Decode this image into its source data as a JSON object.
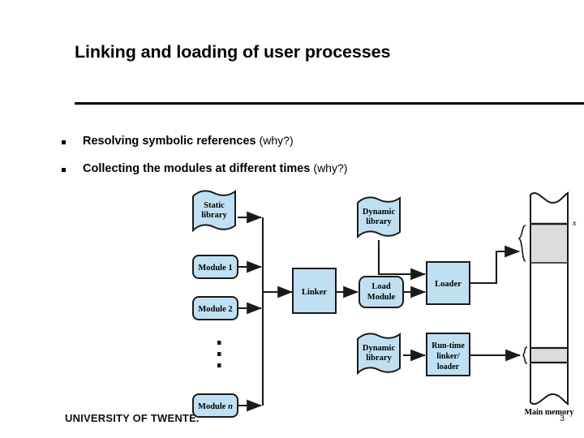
{
  "slide": {
    "title": "Linking and loading of user processes",
    "page_number": "3",
    "footer_logo": "UNIVERSITY OF TWENTE.",
    "bullets": [
      {
        "text": "Resolving symbolic references ",
        "note": "(why?)"
      },
      {
        "text": "Collecting the modules at different times ",
        "note": "(why?)"
      }
    ]
  },
  "colors": {
    "box_fill": "#bfe0f2",
    "box_stroke": "#1a1a1a",
    "memory_band": "#dcdcdc",
    "line": "#1a1a1a",
    "text": "#000000"
  },
  "diagram": {
    "caption": "Main memory",
    "memory_marker": "x",
    "nodes": {
      "static_library": {
        "label_line1": "Static",
        "label_line2": "library",
        "shape": "wave-document"
      },
      "module_1": {
        "label": "Module 1",
        "shape": "rounded-rect"
      },
      "module_2": {
        "label": "Module 2",
        "shape": "rounded-rect"
      },
      "module_n": {
        "label_prefix": "Module ",
        "label_italic": "n",
        "shape": "rounded-rect"
      },
      "ellipsis": {
        "label": "vertical-dots"
      },
      "linker": {
        "label": "Linker",
        "shape": "rect"
      },
      "load_module": {
        "label_line1": "Load",
        "label_line2": "Module",
        "shape": "rounded-rect"
      },
      "dynamic_library_top": {
        "label_line1": "Dynamic",
        "label_line2": "library",
        "shape": "wave-document"
      },
      "loader": {
        "label": "Loader",
        "shape": "rect"
      },
      "dynamic_library_bottom": {
        "label_line1": "Dynamic",
        "label_line2": "library",
        "shape": "wave-document"
      },
      "runtime_linker_loader": {
        "label_line1": "Run-time",
        "label_line2": "linker/",
        "label_line3": "loader",
        "shape": "rect"
      },
      "main_memory": {
        "label": "Main memory",
        "shape": "torn-column"
      }
    }
  }
}
